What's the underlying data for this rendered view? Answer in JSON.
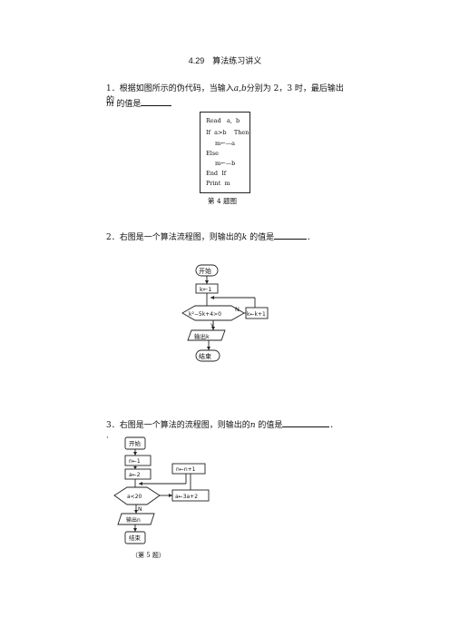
{
  "page_title": "4.29　算法练习讲义",
  "q1": {
    "number": "1",
    "text_part1": "．根据如图所示的伪代码，当输入",
    "var_ab": "a,b",
    "text_part2": "分别为 2，3 时，最后输出的",
    "line2_var": "m",
    "line2_text": " 的值是",
    "code": {
      "l1": "Read   a,  b",
      "l2": "If  a>b    Then",
      "l3": "m←—a",
      "l4": "Else",
      "l5": "m←—b",
      "l6": "End  If",
      "l7": "Print  m"
    },
    "caption": "第 4 题图"
  },
  "q2": {
    "number": "2",
    "text_part1": "．右图是一个算法流程图，则输出的",
    "var_k": "k",
    "text_part2": " 的值是",
    "period": "．",
    "flow": {
      "start": "开始",
      "init": "k←1",
      "cond": "k²−5k+4>0",
      "no": "N",
      "update": "k←k+1",
      "yes": "Y",
      "output": "输出k",
      "end": "结束"
    }
  },
  "q3": {
    "number": "3",
    "text_part1": "．右图是一个算法的流程图，则输出的",
    "var_n": "n",
    "text_part2": " 的值是",
    "period": "．",
    "dot": "·",
    "flow": {
      "start": "开始",
      "n_init": "n←1",
      "a_init": "a←2",
      "cond": "a<20",
      "n_update": "n←n+1",
      "a_update": "a←3a+2",
      "no": "N",
      "output": "输出n",
      "end": "结束"
    },
    "caption": "（第 5 题）"
  }
}
